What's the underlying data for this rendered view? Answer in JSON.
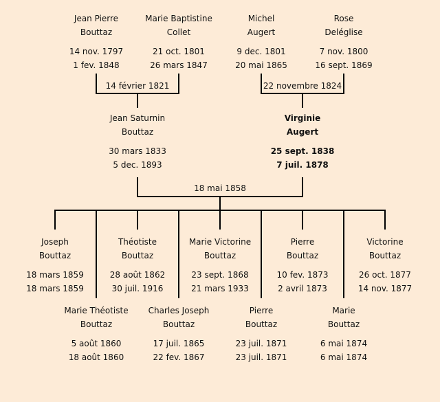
{
  "grandparents": [
    {
      "first": "Jean Pierre",
      "last": "Bouttaz",
      "birth": "14 nov. 1797",
      "death": "1 fev. 1848"
    },
    {
      "first": "Marie Baptistine",
      "last": "Collet",
      "birth": "21 oct. 1801",
      "death": "26 mars 1847"
    },
    {
      "first": "Michel",
      "last": "Augert",
      "birth": "9 dec. 1801",
      "death": "20 mai 1865"
    },
    {
      "first": "Rose",
      "last": "Deléglise",
      "birth": "7 nov. 1800",
      "death": "16 sept. 1869"
    }
  ],
  "grandparent_marriages": [
    "14 février 1821",
    "22 novembre 1824"
  ],
  "parents": [
    {
      "first": "Jean Saturnin",
      "last": "Bouttaz",
      "birth": "30 mars 1833",
      "death": "5 dec. 1893",
      "highlight": false
    },
    {
      "first": "Virginie",
      "last": "Augert",
      "birth": "25 sept. 1838",
      "death": "7 juil. 1878",
      "highlight": true
    }
  ],
  "parent_marriage": "18 mai 1858",
  "children": [
    {
      "first": "Joseph",
      "last": "Bouttaz",
      "birth": "18 mars 1859",
      "death": "18 mars 1859"
    },
    {
      "first": "Marie Théotiste",
      "last": "Bouttaz",
      "birth": "5 août 1860",
      "death": "18 août 1860"
    },
    {
      "first": "Théotiste",
      "last": "Bouttaz",
      "birth": "28 août 1862",
      "death": "30 juil. 1916"
    },
    {
      "first": "Charles Joseph",
      "last": "Bouttaz",
      "birth": "17 juil. 1865",
      "death": "22 fev. 1867"
    },
    {
      "first": "Marie Victorine",
      "last": "Bouttaz",
      "birth": "23 sept. 1868",
      "death": "21 mars 1933"
    },
    {
      "first": "Pierre",
      "last": "Bouttaz",
      "birth": "23 juil. 1871",
      "death": "23 juil. 1871"
    },
    {
      "first": "Pierre",
      "last": "Bouttaz",
      "birth": "10 fev. 1873",
      "death": "2 avril 1873"
    },
    {
      "first": "Marie",
      "last": "Bouttaz",
      "birth": "6 mai 1874",
      "death": "6 mai 1874"
    },
    {
      "first": "Victorine",
      "last": "Bouttaz",
      "birth": "26 oct. 1877",
      "death": "14 nov. 1877"
    }
  ]
}
